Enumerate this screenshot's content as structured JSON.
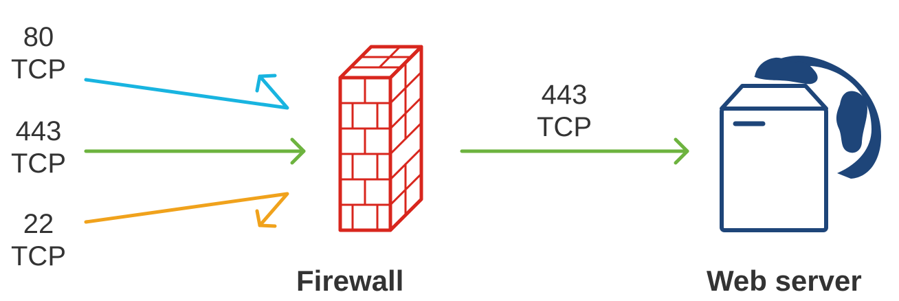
{
  "inbound": [
    {
      "port": "80",
      "protocol": "TCP",
      "result": "blocked"
    },
    {
      "port": "443",
      "protocol": "TCP",
      "result": "allowed"
    },
    {
      "port": "22",
      "protocol": "TCP",
      "result": "blocked"
    }
  ],
  "outbound": {
    "port": "443",
    "protocol": "TCP",
    "result": "allowed"
  },
  "nodes": {
    "firewall": {
      "label": "Firewall",
      "icon": "brick-wall-icon"
    },
    "server": {
      "label": "Web server",
      "icon": "server-globe-icon"
    }
  },
  "colors": {
    "port_80_arrow": "#18b4e0",
    "allowed_arrow": "#6db33f",
    "port_22_arrow": "#f0a21c",
    "firewall": "#d8261d",
    "server": "#1e4579",
    "text": "#333333"
  }
}
